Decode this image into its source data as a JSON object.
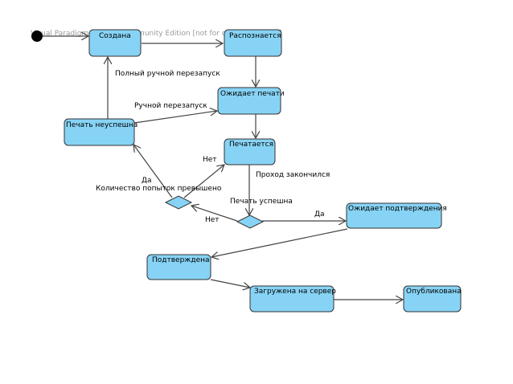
{
  "watermark": "Visual Paradigm for UML Community Edition [not for commercial use]",
  "colors": {
    "state_fill": "#87d3f5",
    "state_stroke": "#333333",
    "edge": "#444444",
    "initial": "#000000"
  },
  "states": {
    "created": "Создана",
    "recognizing": "Распознается",
    "awaiting_print": "Ожидает печати",
    "print_failed": "Печать неуспешна",
    "printing": "Печатается",
    "awaiting_confirmation": "Ожидает подтверждения",
    "confirmed": "Подтверждена",
    "uploaded": "Загружена на сервер",
    "published": "Опубликована"
  },
  "transitions": {
    "full_manual_restart": "Полный ручной перезапуск",
    "manual_restart": "Ручной перезапуск",
    "no_upper": "Нет",
    "yes_left": "Да",
    "attempts_exceeded": "Количество попыток превышено",
    "pass_finished": "Проход закончился",
    "print_success": "Печать успешна",
    "no_lower": "Нет",
    "yes_right": "Да"
  }
}
